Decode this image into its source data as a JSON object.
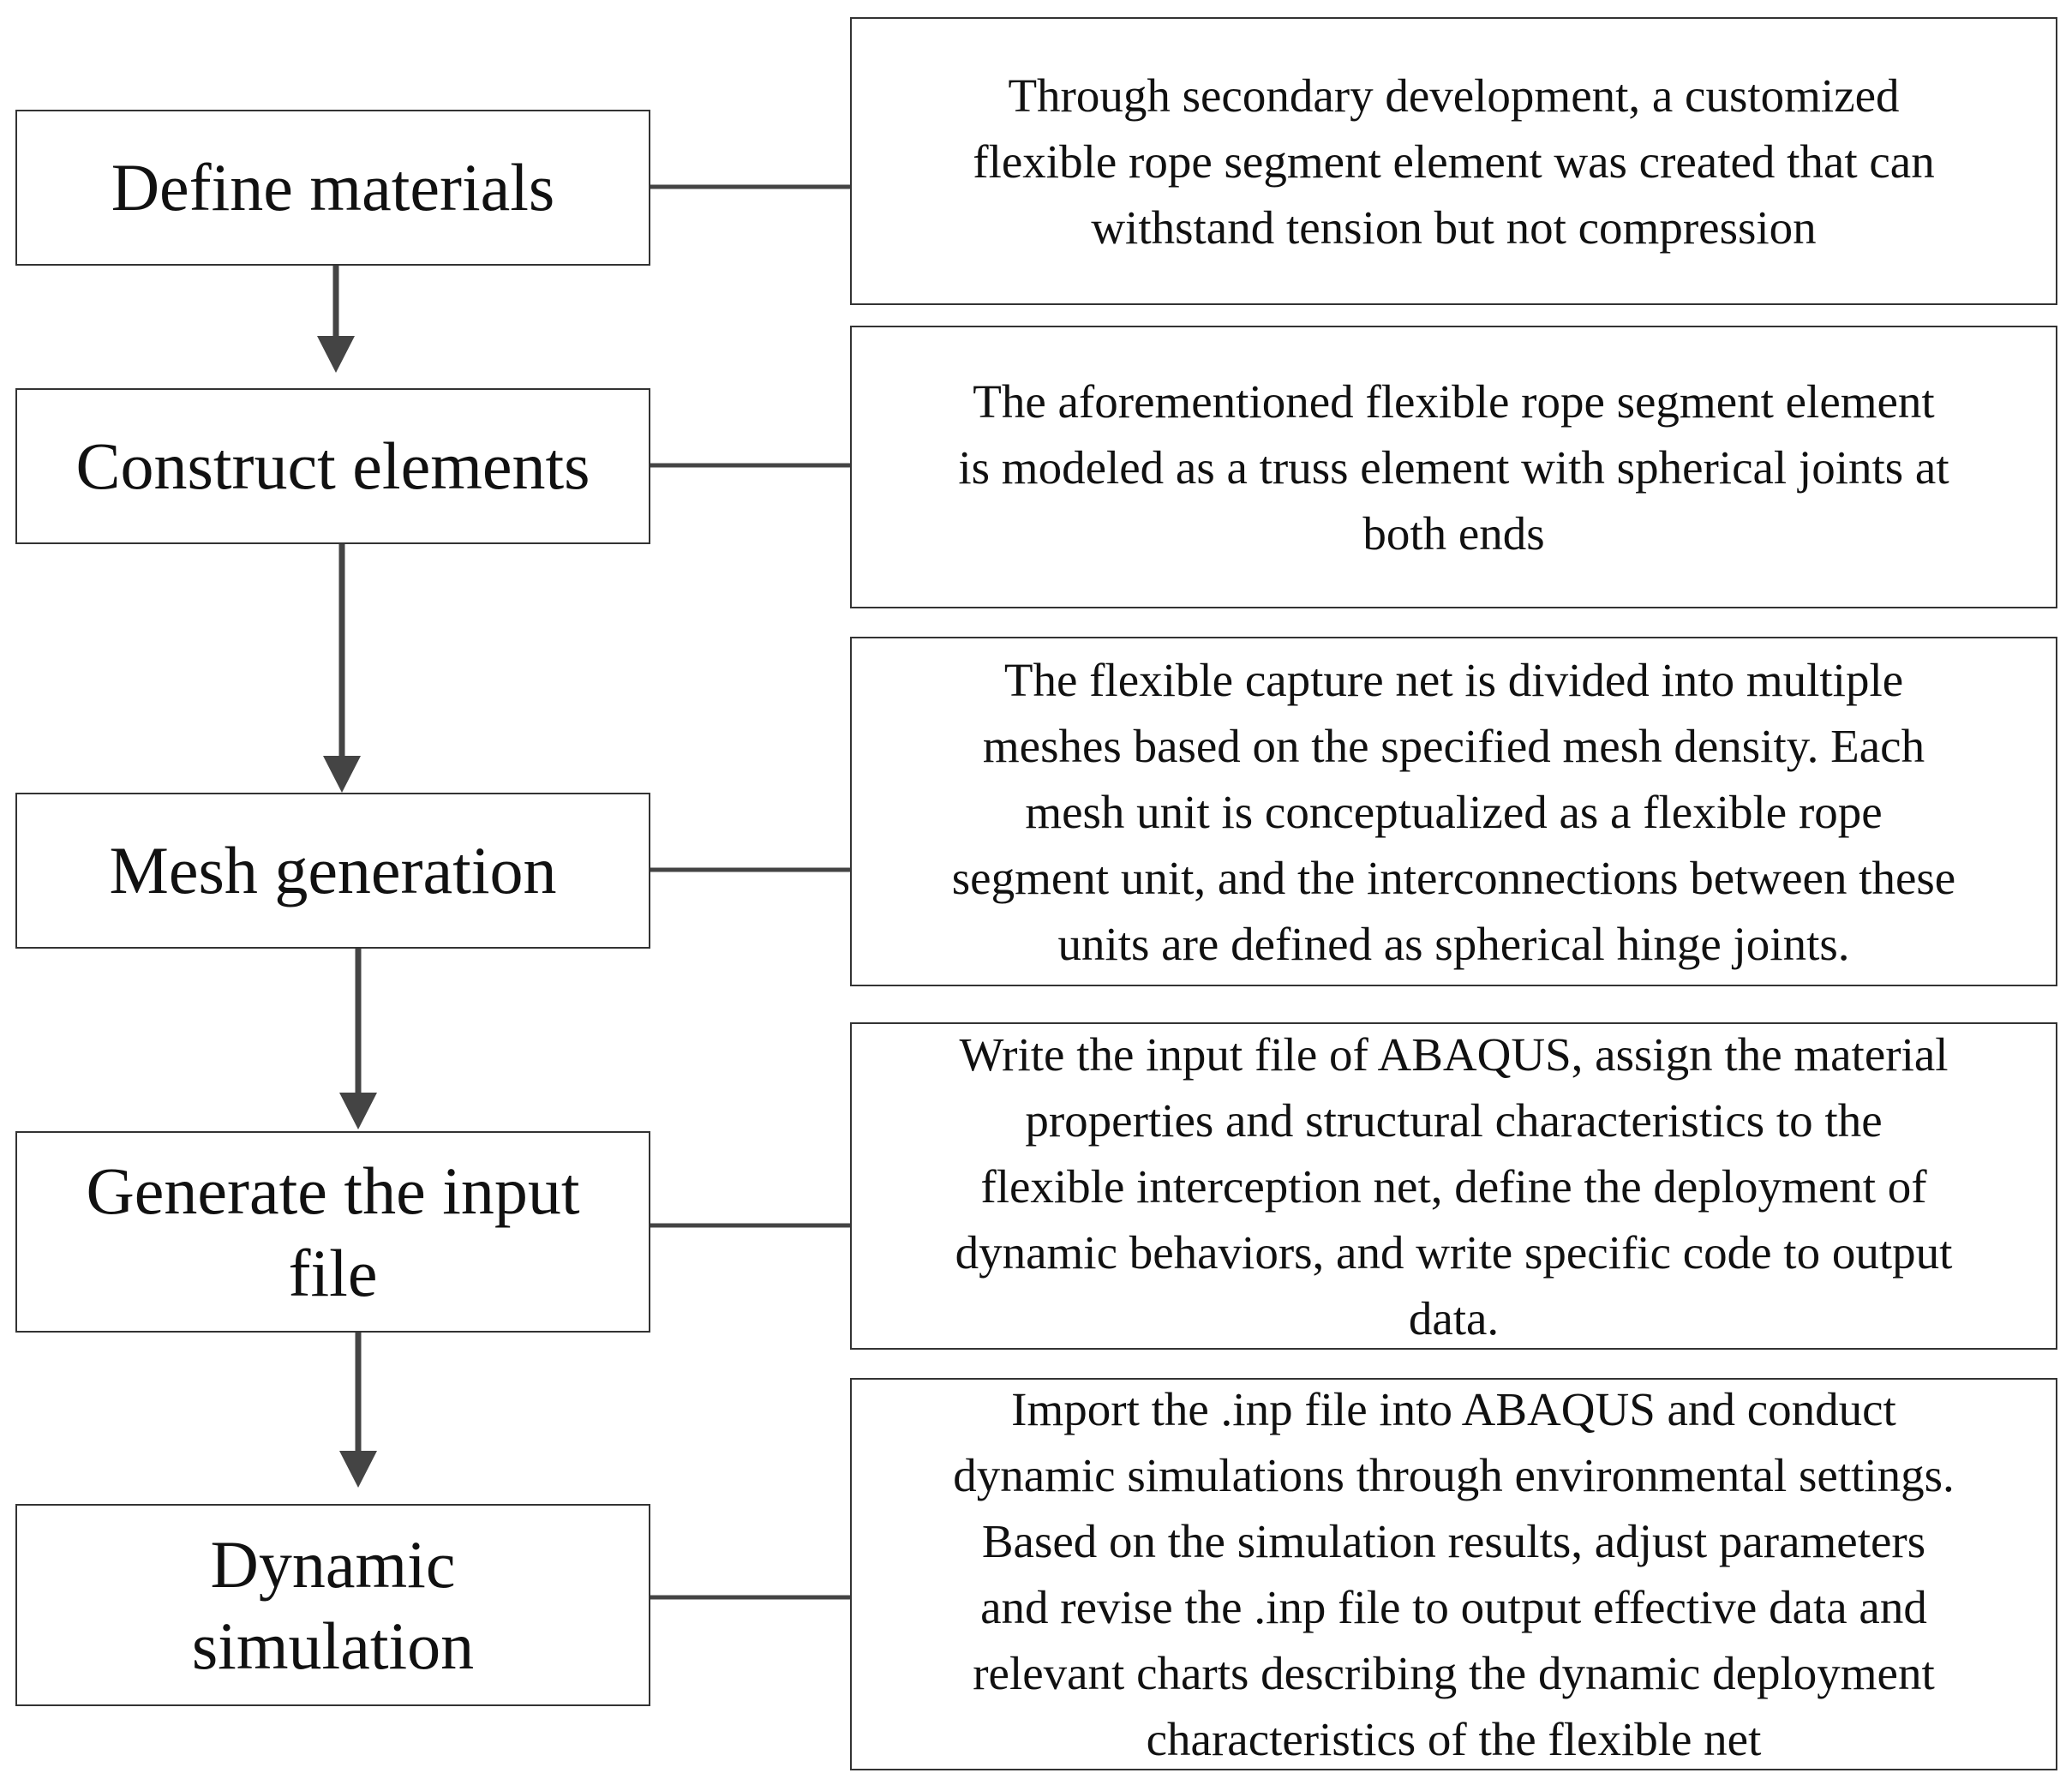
{
  "steps": [
    {
      "label": "Define materials"
    },
    {
      "label": "Construct elements"
    },
    {
      "label": "Mesh generation"
    },
    {
      "label": "Generate the input\nfile"
    },
    {
      "label": "Dynamic\nsimulation"
    }
  ],
  "descriptions": [
    {
      "text": "Through secondary development, a customized\nflexible rope segment element was created that can\nwithstand tension but not compression"
    },
    {
      "text": "The aforementioned flexible rope segment element\nis modeled as a truss element with spherical joints at\nboth ends"
    },
    {
      "text": "The flexible capture net is divided into multiple\nmeshes based on the specified mesh density. Each\nmesh unit is conceptualized as a flexible rope\nsegment unit, and the interconnections between these\nunits are defined as spherical hinge joints."
    },
    {
      "text": "Write the input file of ABAQUS, assign the material\nproperties and structural characteristics to the\nflexible interception net, define the deployment of\ndynamic behaviors, and write specific code to output\ndata."
    },
    {
      "text": "Import the .inp file into ABAQUS and conduct\ndynamic simulations through environmental settings.\nBased on the simulation results, adjust parameters\nand revise the .inp file to output effective data and\nrelevant charts describing the dynamic deployment\ncharacteristics of the flexible  net"
    }
  ],
  "colors": {
    "stroke": "#444444",
    "text": "#111111",
    "background": "#ffffff"
  }
}
